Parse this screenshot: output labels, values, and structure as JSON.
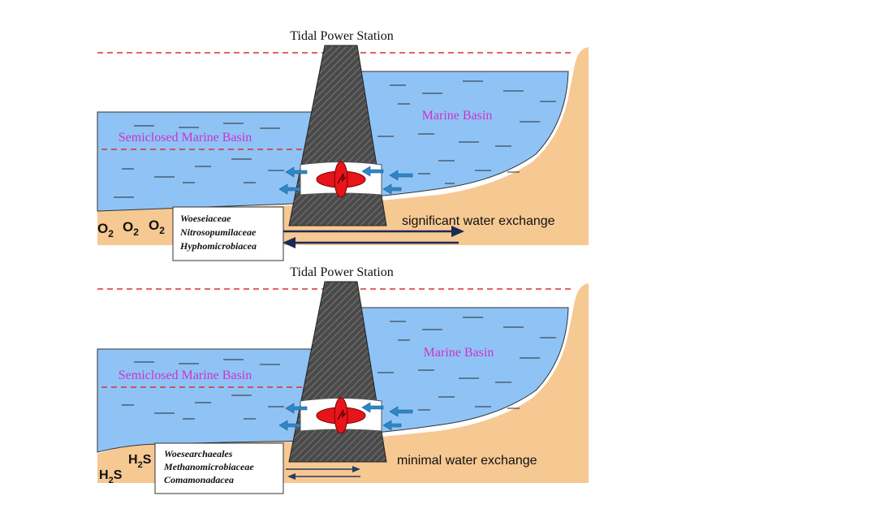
{
  "colors": {
    "water": "#8fc3f5",
    "sand": "#f6c892",
    "dam": "#4a4a4a",
    "turbine": "#e8141b",
    "flow_arrow": "#2e86c8",
    "basin_label": "#cc33cc",
    "dashed_line": "#d93030",
    "exchange_arrow": "#1a2a55"
  },
  "panels": [
    {
      "title": "Tidal Power Station",
      "marine_basin": "Marine Basin",
      "semiclosed_basin": "Semiclosed Marine Basin",
      "exchange_label": "significant water exchange",
      "exchange_strength": "strong",
      "chemicals": [
        {
          "main": "O",
          "sub": "2"
        },
        {
          "main": "O",
          "sub": "2"
        },
        {
          "main": "O",
          "sub": "2"
        }
      ],
      "taxa": [
        "Woeseiaceae",
        "Nitrosopumilaceae",
        "Hyphomicrobiacea"
      ]
    },
    {
      "title": "Tidal Power Station",
      "marine_basin": "Marine Basin",
      "semiclosed_basin": "Semiclosed Marine Basin",
      "exchange_label": "minimal water exchange",
      "exchange_strength": "weak",
      "chemicals": [
        {
          "main": "H",
          "sub": "2",
          "tail": "S"
        },
        {
          "main": "H",
          "sub": "2",
          "tail": "S"
        }
      ],
      "taxa": [
        "Woesearchaeales",
        "Methanomicrobiaceae",
        "Comamonadacea"
      ]
    }
  ]
}
